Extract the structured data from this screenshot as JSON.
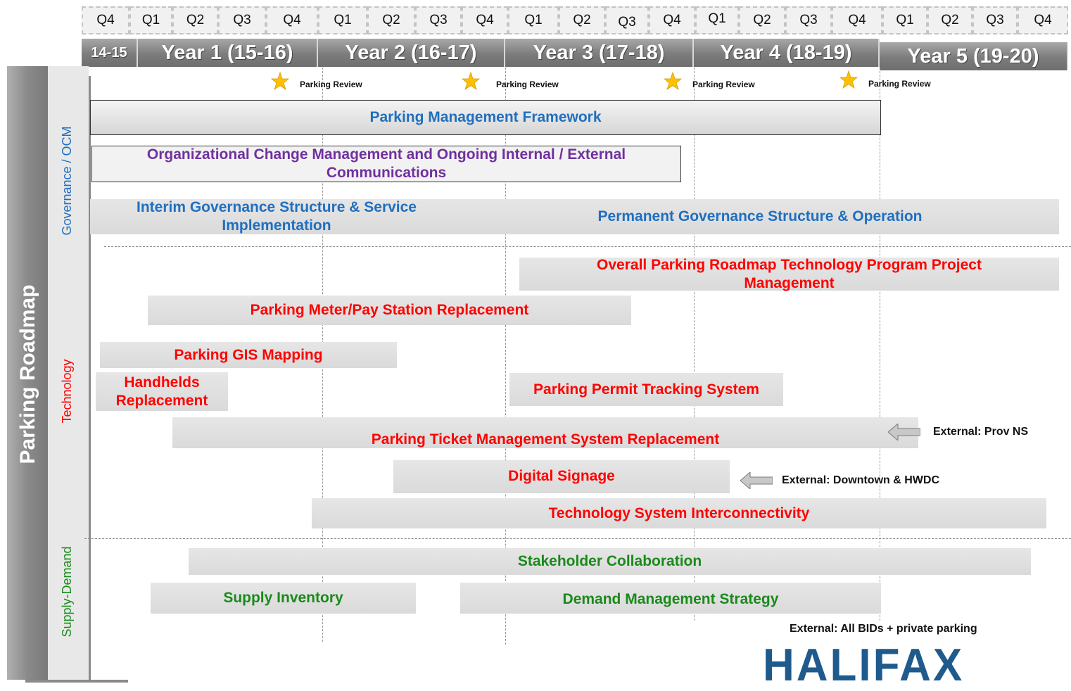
{
  "quarters": [
    "Q4",
    "Q1",
    "Q2",
    "Q3",
    "Q4",
    "Q1",
    "Q2",
    "Q3",
    "Q4",
    "Q1",
    "Q2",
    "Q3",
    "Q4",
    "Q1",
    "Q2",
    "Q3",
    "Q4",
    "Q1",
    "Q2",
    "Q3",
    "Q4"
  ],
  "years": [
    "14-15",
    "Year 1 (15-16)",
    "Year 2 (16-17)",
    "Year 3 (17-18)",
    "Year 4 (18-19)",
    "Year 5 (19-20)"
  ],
  "side_title": "Parking Roadmap",
  "sections": {
    "governance": "Governance / OCM",
    "technology": "Technology",
    "supply": "Supply-Demand"
  },
  "review_label": "Parking Review",
  "bars": {
    "pmf": "Parking Management Framework",
    "ocm": "Organizational Change Management and Ongoing Internal / External Communications",
    "interim": "Interim Governance Structure & Service Implementation",
    "permanent": "Permanent Governance Structure & Operation",
    "overall": "Overall Parking Roadmap Technology Program Project Management",
    "meter": "Parking Meter/Pay Station Replacement",
    "gis": "Parking GIS Mapping",
    "handhelds": "Handhelds Replacement",
    "permit": "Parking Permit Tracking System",
    "ticket": "Parking Ticket Management System Replacement",
    "signage": "Digital Signage",
    "interconnect": "Technology System Interconnectivity",
    "stakeholder": "Stakeholder Collaboration",
    "supply_inventory": "Supply Inventory",
    "demand": "Demand Management Strategy"
  },
  "external": {
    "prov": "External: Prov NS",
    "downtown": "External: Downtown & HWDC",
    "bids": "External: All BIDs + private parking"
  },
  "logo_text": "HALIFAX",
  "colors": {
    "red": "#ff0000",
    "blue": "#1f6fc0",
    "purple": "#7030a0",
    "green": "#1a8a1a",
    "logo": "#1f5a8c"
  }
}
